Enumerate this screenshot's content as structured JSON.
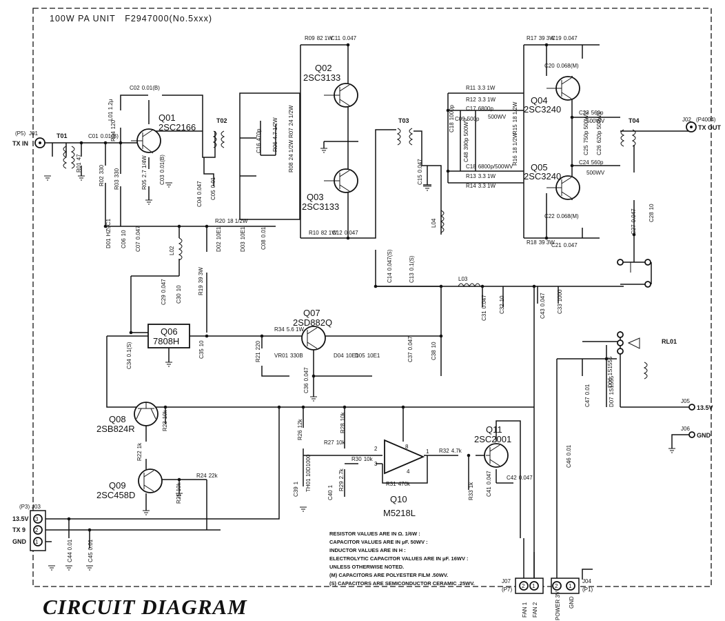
{
  "header": {
    "unit_title": "100W PA UNIT",
    "part_number": "F2947000(No.5xxx)"
  },
  "footer": {
    "page_title": "CIRCUIT DIAGRAM"
  },
  "transistors": [
    {
      "ref": "Q01",
      "part": "2SC2166"
    },
    {
      "ref": "Q02",
      "part": "2SC3133"
    },
    {
      "ref": "Q03",
      "part": "2SC3133"
    },
    {
      "ref": "Q04",
      "part": "2SC3240"
    },
    {
      "ref": "Q05",
      "part": "2SC3240"
    },
    {
      "ref": "Q07",
      "part": "2SD882Q"
    },
    {
      "ref": "Q08",
      "part": "2SB824R"
    },
    {
      "ref": "Q09",
      "part": "2SC458D"
    },
    {
      "ref": "Q11",
      "part": "2SC2001"
    }
  ],
  "regulator": {
    "ref": "Q06",
    "part": "7808H"
  },
  "opamp": {
    "ref": "Q10",
    "part": "M5218L",
    "pins": [
      "8",
      "2",
      "3",
      "1",
      "4"
    ]
  },
  "transformers": [
    "T01",
    "T02",
    "T03",
    "T04"
  ],
  "relay": "RL01",
  "connectors": {
    "input": {
      "ref": "J01",
      "plug": "(P5)",
      "label": "TX IN"
    },
    "output": {
      "ref": "J02",
      "plug": "(P4004)",
      "label": "TX OUT"
    },
    "j05": {
      "ref": "J05",
      "label": "13.5V"
    },
    "j06": {
      "ref": "J06",
      "label": "GND"
    },
    "j03": {
      "ref": "J03",
      "plug": "(P3)",
      "pins": [
        {
          "num": "3",
          "label": "13.5V"
        },
        {
          "num": "2",
          "label": "TX 9"
        },
        {
          "num": "1",
          "label": "GND"
        }
      ]
    },
    "j07": {
      "ref": "J07",
      "plug": "(P7)",
      "pins": [
        {
          "num": "2",
          "label": "FAN 1"
        },
        {
          "num": "1",
          "label": "FAN 2"
        }
      ]
    },
    "j04": {
      "ref": "J04",
      "plug": "(P1)",
      "pins": [
        {
          "num": "2",
          "label": "POWER 3V"
        },
        {
          "num": "1",
          "label": "GND"
        }
      ]
    }
  },
  "components": {
    "C01": {
      "ref": "C01",
      "val": "0.01(B)"
    },
    "C02": {
      "ref": "C02",
      "val": "0.01(B)"
    },
    "L01": {
      "ref": "L01",
      "val": "1.2μ"
    },
    "R04": {
      "ref": "R04",
      "val": "120"
    },
    "R01": {
      "ref": "R01",
      "val": "47"
    },
    "R02": {
      "ref": "R02",
      "val": "330"
    },
    "R03": {
      "ref": "R03",
      "val": "330"
    },
    "R05": {
      "ref": "R05",
      "val": "2.7 1/4W"
    },
    "C03": {
      "ref": "C03",
      "val": "0.01(B)"
    },
    "C04": {
      "ref": "C04",
      "val": "0.047"
    },
    "C05": {
      "ref": "C05",
      "val": "0.01"
    },
    "C16": {
      "ref": "C16",
      "val": "470p"
    },
    "R06": {
      "ref": "R06",
      "val": "4.7 1/2W"
    },
    "R07": {
      "ref": "R07",
      "val": "24 1/2W"
    },
    "R08": {
      "ref": "R08",
      "val": "24 1/2W"
    },
    "R09": {
      "ref": "R09",
      "val": "82 1W"
    },
    "C11": {
      "ref": "C11",
      "val": "0.047"
    },
    "R10": {
      "ref": "R10",
      "val": "82 1W"
    },
    "C12": {
      "ref": "C12",
      "val": "0.047"
    },
    "R20": {
      "ref": "R20",
      "val": "18 1/2W"
    },
    "D01": {
      "ref": "D01",
      "val": "HZ9C1"
    },
    "C06": {
      "ref": "C06",
      "val": "10"
    },
    "C07": {
      "ref": "C07",
      "val": "0.047"
    },
    "D02": {
      "ref": "D02",
      "val": "10E1"
    },
    "D03": {
      "ref": "D03",
      "val": "10E1"
    },
    "C08": {
      "ref": "C08",
      "val": "0.01"
    },
    "L02": {
      "ref": "L02",
      "val": ""
    },
    "C29": {
      "ref": "C29",
      "val": "0.047"
    },
    "C30": {
      "ref": "C30",
      "val": "10"
    },
    "R19": {
      "ref": "R19",
      "val": "39 3W"
    },
    "C34": {
      "ref": "C34",
      "val": "0.1(S)"
    },
    "C35": {
      "ref": "C35",
      "val": "10"
    },
    "R34": {
      "ref": "R34",
      "val": "5.6 1W"
    },
    "R21": {
      "ref": "R21",
      "val": "220"
    },
    "VR01": {
      "ref": "VR01",
      "val": "330B"
    },
    "C36": {
      "ref": "C36",
      "val": "0.047"
    },
    "D04": {
      "ref": "D04",
      "val": "10E1"
    },
    "D05": {
      "ref": "D05",
      "val": "10E1"
    },
    "C37": {
      "ref": "C37",
      "val": "0.047"
    },
    "C38": {
      "ref": "C38",
      "val": "10"
    },
    "C15": {
      "ref": "C15",
      "val": "0.047"
    },
    "L04": {
      "ref": "L04",
      "val": ""
    },
    "C14": {
      "ref": "C14",
      "val": "0.047(S)"
    },
    "C13": {
      "ref": "C13",
      "val": "0.1(S)"
    },
    "C18a": {
      "ref": "C18",
      "val": "1000p"
    },
    "C48": {
      "ref": "C48",
      "val": "390p 500WV"
    },
    "C09": {
      "ref": "C09",
      "val": "500p"
    },
    "R11": {
      "ref": "R11",
      "val": "3.3 1W"
    },
    "R12": {
      "ref": "R12",
      "val": "3.3 1W"
    },
    "C17": {
      "ref": "C17",
      "val": "6800p"
    },
    "C17v": {
      "ref": "",
      "val": "500WV"
    },
    "R15": {
      "ref": "R15",
      "val": "18 1/2W"
    },
    "R16": {
      "ref": "R16",
      "val": "18 1/2W"
    },
    "C18": {
      "ref": "C18",
      "val": "6800p/500WV"
    },
    "R13": {
      "ref": "R13",
      "val": "3.3 1W"
    },
    "R14": {
      "ref": "R14",
      "val": "3.3 1W"
    },
    "R17": {
      "ref": "R17",
      "val": "39 3W"
    },
    "C19": {
      "ref": "C19",
      "val": "0.047"
    },
    "C20": {
      "ref": "C20",
      "val": "0.068(M)"
    },
    "R18": {
      "ref": "R18",
      "val": "39 3W"
    },
    "C21": {
      "ref": "C21",
      "val": "0.047"
    },
    "C22": {
      "ref": "C22",
      "val": "0.068(M)"
    },
    "C23": {
      "ref": "C23",
      "val": "560p"
    },
    "C23v": {
      "ref": "",
      "val": "500WV"
    },
    "C24": {
      "ref": "C24",
      "val": "560p"
    },
    "C24v": {
      "ref": "",
      "val": "500WV"
    },
    "C25": {
      "ref": "C25",
      "val": "750p 500WV"
    },
    "C26": {
      "ref": "C26",
      "val": "620p 500WV"
    },
    "C27": {
      "ref": "C27",
      "val": "0.047"
    },
    "C28": {
      "ref": "C28",
      "val": "10"
    },
    "L03": {
      "ref": "L03",
      "val": ""
    },
    "C31": {
      "ref": "C31",
      "val": "0.047"
    },
    "C32": {
      "ref": "C32",
      "val": "10"
    },
    "C43": {
      "ref": "C43",
      "val": "0.047"
    },
    "C33": {
      "ref": "C33",
      "val": "1000"
    },
    "C47": {
      "ref": "C47",
      "val": "0.01"
    },
    "D06": {
      "ref": "D06",
      "val": "1S1555"
    },
    "D07": {
      "ref": "D07",
      "val": "1S1555"
    },
    "R23": {
      "ref": "R23",
      "val": "10k"
    },
    "R22": {
      "ref": "R22",
      "val": "1k"
    },
    "R24": {
      "ref": "R24",
      "val": "22k"
    },
    "R25": {
      "ref": "R25",
      "val": "10k"
    },
    "R26": {
      "ref": "R26",
      "val": "12k"
    },
    "R28": {
      "ref": "R28",
      "val": "10k"
    },
    "R27": {
      "ref": "R27",
      "val": "10k"
    },
    "R30": {
      "ref": "R30",
      "val": "10k"
    },
    "C39": {
      "ref": "C39",
      "val": "1"
    },
    "TH01": {
      "ref": "TH01",
      "val": "10D1000"
    },
    "C40": {
      "ref": "C40",
      "val": "1"
    },
    "R29": {
      "ref": "R29",
      "val": "2.7k"
    },
    "R31": {
      "ref": "R31",
      "val": "470k"
    },
    "R32": {
      "ref": "R32",
      "val": "4.7k"
    },
    "R33": {
      "ref": "R33",
      "val": "1k"
    },
    "C41": {
      "ref": "C41",
      "val": "0.047"
    },
    "C42": {
      "ref": "C42",
      "val": "0.047"
    },
    "C46": {
      "ref": "C46",
      "val": "0.01"
    },
    "C44": {
      "ref": "C44",
      "val": "0.01"
    },
    "C45": {
      "ref": "C45",
      "val": "0.01"
    }
  },
  "notes": [
    "RESISTOR VALUES ARE IN Ω. 1/6W :",
    "CAPACITOR VALUES ARE IN μF. 50WV :",
    "INDUCTOR VALUES ARE IN H :",
    "ELECTROLYTIC CAPACITOR VALUES ARE IN μF. 16WV :",
    "UNLESS OTHERWISE NOTED.",
    "(M) CAPACITORS ARE POLYESTER FILM .50WV.",
    "(S) CAPACITORS ARE SEMICONDUCTOR CERAMIC .25WV."
  ]
}
